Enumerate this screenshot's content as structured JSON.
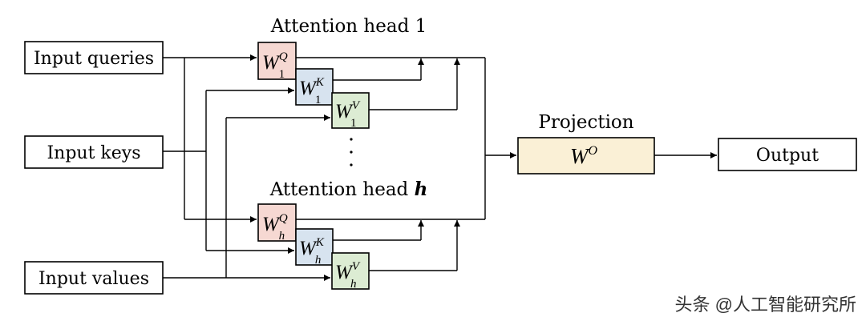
{
  "inputs": {
    "queries": "Input queries",
    "keys": "Input keys",
    "values": "Input values"
  },
  "heads": {
    "head1_title": "Attention head 1",
    "headh_title_prefix": "Attention head ",
    "headh_title_var": "h",
    "ellipsis": "⋮"
  },
  "weights": {
    "letter": "W",
    "q_sup": "Q",
    "k_sup": "K",
    "v_sup": "V",
    "sub_1": "1",
    "sub_h": "h",
    "o_sup": "O"
  },
  "projection": {
    "title": "Projection"
  },
  "output": {
    "label": "Output"
  },
  "watermark": {
    "text": "头条 @人工智能研究所"
  },
  "colors": {
    "query_fill": "#f6d8d2",
    "key_fill": "#d7e3ef",
    "value_fill": "#dcecd3",
    "projection_fill": "#faf0d6"
  }
}
